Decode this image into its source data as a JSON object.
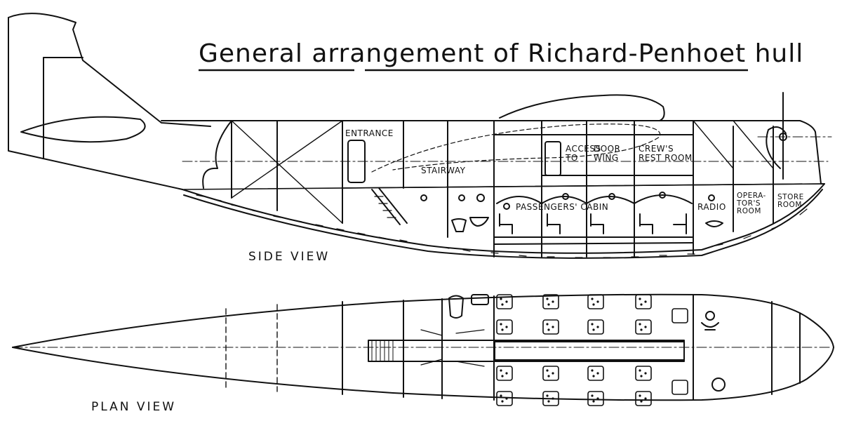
{
  "title": "General arrangement of Richard-Penhoet hull",
  "views": {
    "side": "SIDE VIEW",
    "plan": "PLAN VIEW"
  },
  "labels": {
    "entrance": "ENTRANCE",
    "stairway": "STAIRWAY",
    "access_line1": "ACCESS",
    "access_line2": "TO",
    "door_line1": "DOOR",
    "door_line2": "WING",
    "crew_line1": "CREW'S",
    "crew_line2": "REST ROOM",
    "passengers_cabin": "PASSENGERS' CABIN",
    "radio": "RADIO",
    "operator_line1": "OPERA-",
    "operator_line2": "TOR'S",
    "operator_line3": "ROOM",
    "store_line1": "STORE",
    "store_line2": "ROOM"
  },
  "colors": {
    "ink": "#111111",
    "paper": "#ffffff"
  }
}
